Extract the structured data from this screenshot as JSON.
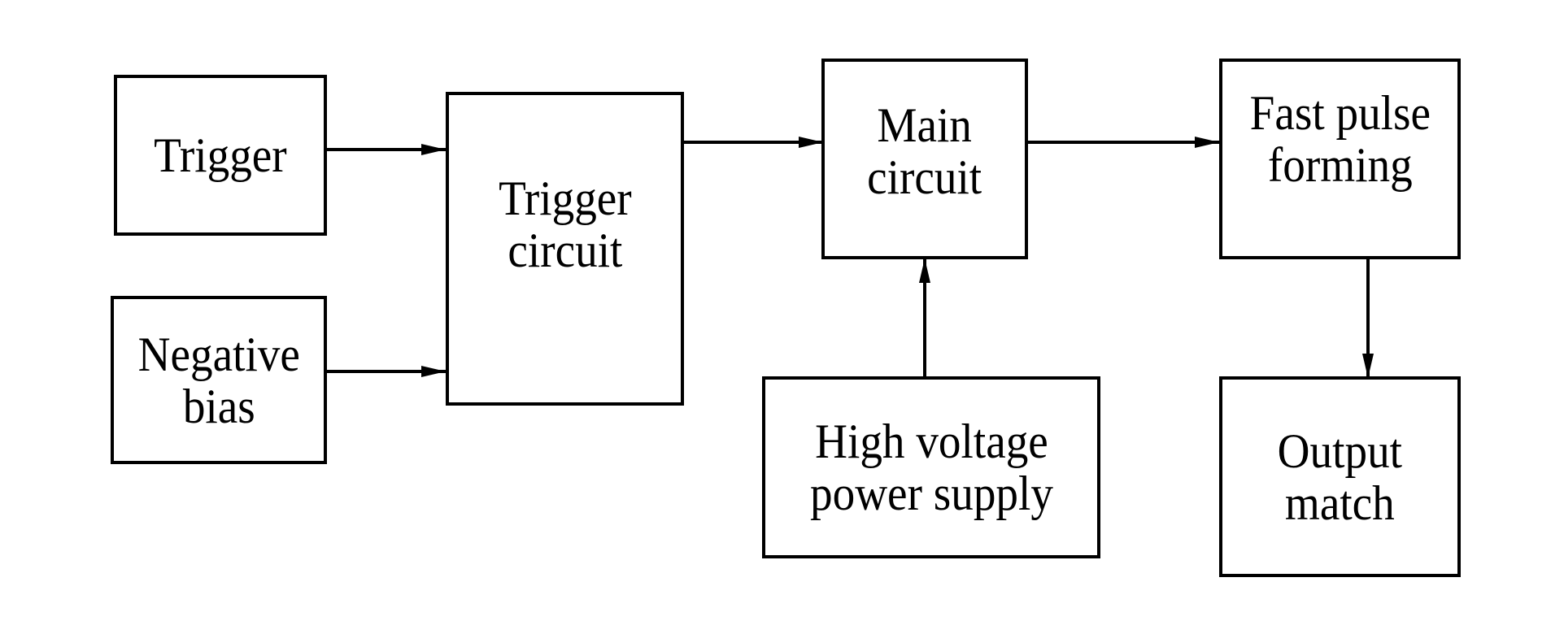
{
  "diagram": {
    "type": "block-diagram",
    "nodes": [
      {
        "id": "trigger",
        "lines": [
          "Trigger"
        ]
      },
      {
        "id": "negative_bias",
        "lines": [
          "Negative",
          "bias"
        ]
      },
      {
        "id": "trigger_circuit",
        "lines": [
          "Trigger",
          "circuit"
        ]
      },
      {
        "id": "main_circuit",
        "lines": [
          "Main",
          "circuit"
        ]
      },
      {
        "id": "high_voltage",
        "lines": [
          "High voltage",
          "power supply"
        ]
      },
      {
        "id": "fast_pulse",
        "lines": [
          "Fast pulse",
          "forming"
        ]
      },
      {
        "id": "output_match",
        "lines": [
          "Output",
          "match"
        ]
      }
    ],
    "edges": [
      {
        "from": "trigger",
        "to": "trigger_circuit"
      },
      {
        "from": "negative_bias",
        "to": "trigger_circuit"
      },
      {
        "from": "trigger_circuit",
        "to": "main_circuit"
      },
      {
        "from": "high_voltage",
        "to": "main_circuit"
      },
      {
        "from": "main_circuit",
        "to": "fast_pulse"
      },
      {
        "from": "fast_pulse",
        "to": "output_match"
      }
    ]
  }
}
